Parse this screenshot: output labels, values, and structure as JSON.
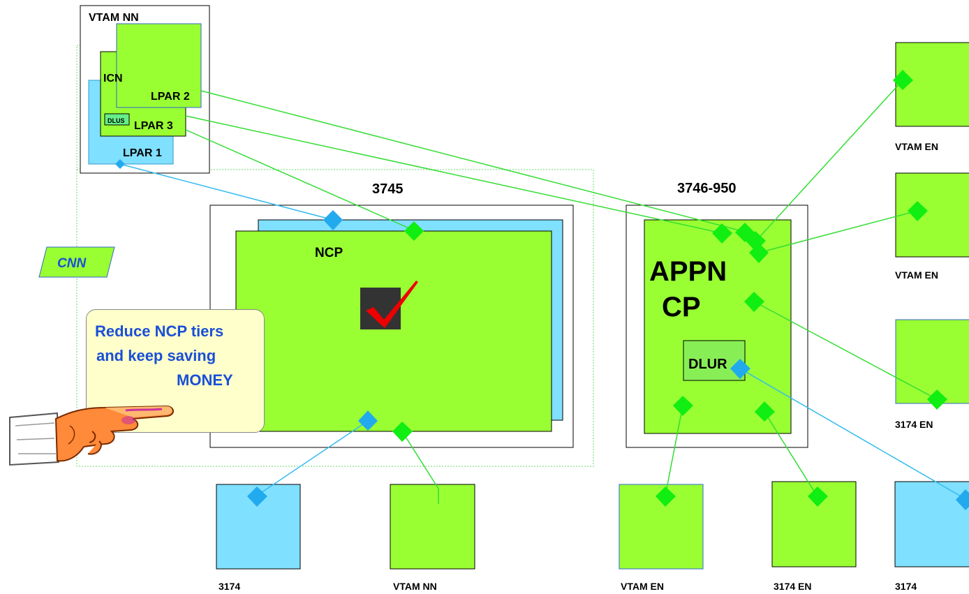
{
  "colors": {
    "green": "#99ff33",
    "cyan": "#80e0ff",
    "link_green": "#33dd33",
    "link_cyan": "#33bbee",
    "node_green": "#11ee11",
    "node_cyan": "#22aaee",
    "callout_bg": "#ffffcc",
    "callout_text": "#1a4fd6"
  },
  "host": {
    "title": "VTAM  NN",
    "icn": "ICN",
    "dlus": "DLUS",
    "lpar1": "LPAR 1",
    "lpar2": "LPAR 2",
    "lpar3": "LPAR 3"
  },
  "cnn": "CNN",
  "ncp_frame": {
    "title": "3745",
    "ncp": "NCP"
  },
  "appn_frame": {
    "title": "3746-950",
    "appn_line1": "APPN",
    "appn_line2": "CP",
    "dlur": "DLUR"
  },
  "callout": {
    "line1": "Reduce NCP tiers",
    "line2": "and keep saving",
    "line3": "MONEY"
  },
  "right_nodes": [
    "VTAM EN",
    "VTAM EN",
    "3174 EN"
  ],
  "bottom_nodes": [
    "3174",
    "VTAM NN",
    "VTAM EN",
    "3174 EN",
    "3174"
  ],
  "icons": {
    "checkmark": "checkmark-icon",
    "pointing_hand": "pointing-hand-icon"
  }
}
